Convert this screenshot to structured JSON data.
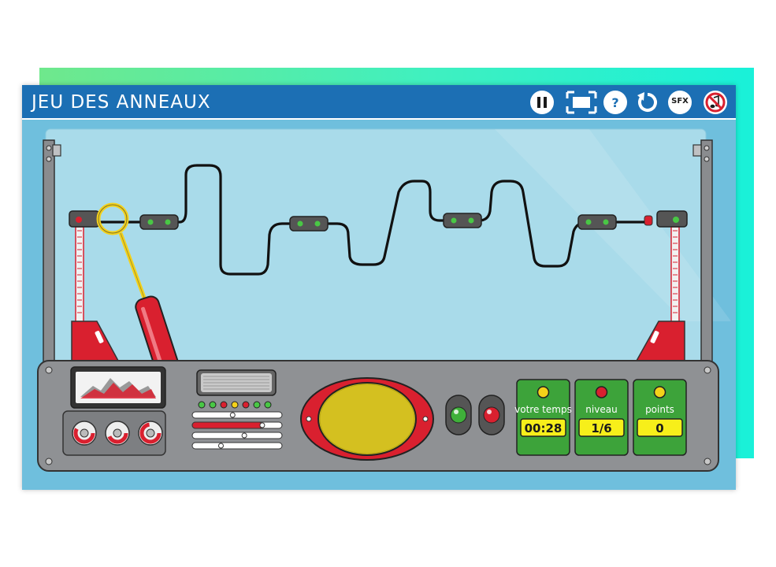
{
  "app": {
    "title": "JEU DES ANNEAUX"
  },
  "toolbar": {
    "pause_icon": "pause-icon",
    "fullscreen_icon": "fullscreen-icon",
    "help_label": "?",
    "restart_icon": "restart-icon",
    "sfx_label": "SFX",
    "music_icon": "music-muted-icon"
  },
  "panel": {
    "displays": [
      {
        "label": "votre temps",
        "value": "00:28",
        "light": "yellow"
      },
      {
        "label": "niveau",
        "value": "1/6",
        "light": "red"
      },
      {
        "label": "points",
        "value": "0",
        "light": "yellow"
      }
    ],
    "slider_levels": [
      0.45,
      0.78,
      0.58,
      0.32
    ]
  },
  "colors": {
    "header": "#1c6fb4",
    "machine_red": "#d9202f",
    "panel_green": "#3da33a",
    "display_yellow": "#f7ef1a",
    "ring_yellow": "#f4d21a"
  }
}
